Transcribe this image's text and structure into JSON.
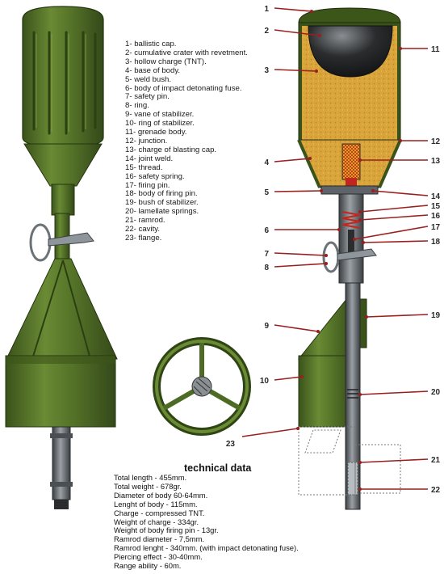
{
  "legend": [
    "1- ballistic cap.",
    "2- cumulative crater with revetment.",
    "3- hollow charge (TNT).",
    "4- base of body.",
    "5- weld bush.",
    "6- body of impact detonating fuse.",
    "7- safety pin.",
    "8- ring.",
    "9- vane of stabilizer.",
    "10- ring of stabilizer.",
    "11- grenade body.",
    "12- junction.",
    "13- charge of blasting cap.",
    "14- joint  weld.",
    "15- thread.",
    "16- safety spring.",
    "17- firing pin.",
    "18- body of firing pin.",
    "19- bush of stabilizer.",
    "20- lamellate springs.",
    "21- ramrod.",
    "22- cavity.",
    "23- flange."
  ],
  "technical": {
    "title": "technical data",
    "lines": [
      "Total length - 455mm.",
      "Total weight - 678gr.",
      "Diameter of body 60-64mm.",
      "Lenght of body - 115mm.",
      "Charge  - compressed TNT.",
      "Weight of charge  - 334gr.",
      "Weight of body firing pin - 13gr.",
      "Ramrod diameter - 7,5mm.",
      "Ramrod lenght - 340mm. (with impact detonating fuse).",
      "Piercing effect - 30-40mm.",
      "Range ability - 60m."
    ]
  },
  "callouts": [
    "1",
    "2",
    "3",
    "4",
    "5",
    "6",
    "7",
    "8",
    "9",
    "10",
    "11",
    "12",
    "13",
    "14",
    "15",
    "16",
    "17",
    "18",
    "19",
    "20",
    "21",
    "22",
    "23"
  ],
  "colors": {
    "olive": "#4e6b26",
    "olive_dark": "#2f4515",
    "charge": "#d9a53a",
    "label": "#9a1f1f",
    "steel": "#5d6368"
  }
}
